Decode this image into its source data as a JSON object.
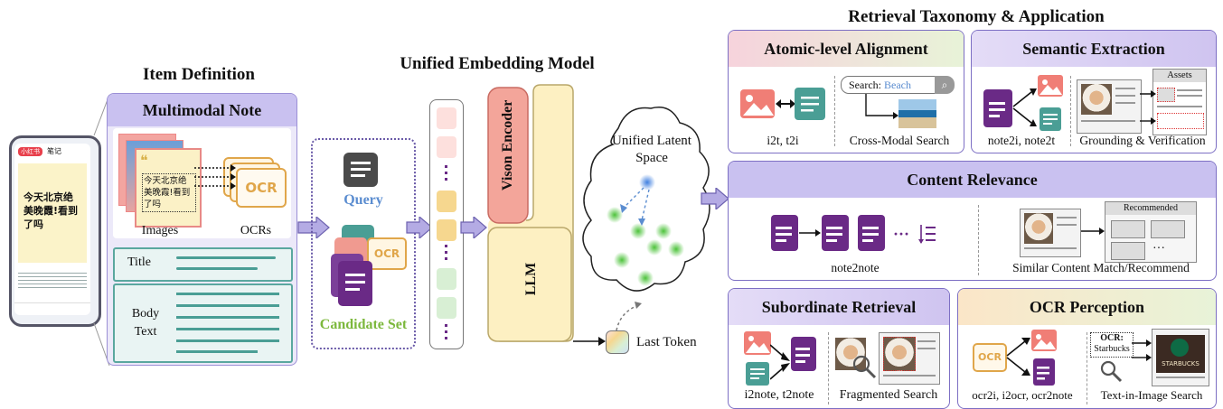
{
  "sections": {
    "item_definition": "Item Definition",
    "unified_model": "Unified Embedding Model",
    "taxonomy": "Retrieval Taxonomy & Application"
  },
  "phone": {
    "app_badge": "小红书",
    "app_label": "笔记",
    "note_text": "今天北京绝美晚霞!看到了吗"
  },
  "note": {
    "title": "Multimodal Note",
    "images_label": "Images",
    "ocrs_label": "OCRs",
    "ocr_tag": "OCR",
    "card_text": "今天北京绝美晚霞!看到了吗",
    "title_field": "Title",
    "body_field": "Body Text"
  },
  "pipeline": {
    "query_label": "Query",
    "candidate_label": "Candidate Set",
    "ocr_tag": "OCR"
  },
  "model": {
    "vision_encoder": "Vison Encoder",
    "llm": "LLM",
    "latent_space": "Unified Latent Space",
    "last_token": "Last Token"
  },
  "taxonomy": {
    "atomic": {
      "title": "Atomic-level Alignment",
      "left_caption": "i2t, t2i",
      "search_prefix": "Search: ",
      "search_term": "Beach",
      "right_caption": "Cross-Modal Search"
    },
    "semantic": {
      "title": "Semantic Extraction",
      "left_caption": "note2i, note2t",
      "assets_label": "Assets",
      "right_caption": "Grounding & Verification"
    },
    "content": {
      "title": "Content Relevance",
      "left_caption": "note2note",
      "recommended_label": "Recommended",
      "right_caption": "Similar Content Match/Recommend"
    },
    "subordinate": {
      "title": "Subordinate Retrieval",
      "left_caption": "i2note, t2note",
      "right_caption": "Fragmented Search"
    },
    "ocr": {
      "title": "OCR Perception",
      "left_caption": "ocr2i, i2ocr, ocr2note",
      "ocr_tag": "OCR",
      "query_label": "OCR:",
      "query_text": "Starbucks",
      "sign_text": "STARBUCKS",
      "right_caption": "Text-in-Image Search"
    }
  },
  "colors": {
    "purple": "#6a2a86",
    "teal": "#4a9e95",
    "coral": "#e8807a",
    "ocr_orange": "#e0a64a",
    "query_blue": "#5b8dd0",
    "candidate_green": "#7cb83c",
    "panel_border": "#7d6fc4"
  }
}
